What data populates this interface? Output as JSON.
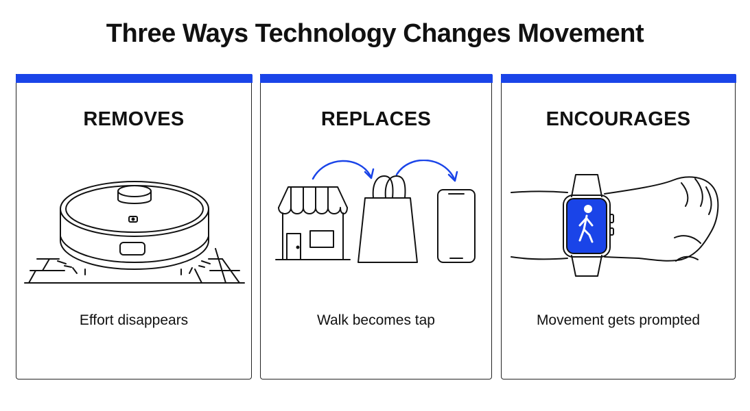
{
  "title": "Three Ways Technology Changes Movement",
  "panels": [
    {
      "heading": "REMOVES",
      "caption": "Effort disappears",
      "icon": "robot-vacuum-icon"
    },
    {
      "heading": "REPLACES",
      "caption": "Walk becomes tap",
      "icons": [
        "storefront-icon",
        "shopping-bag-icon",
        "smartphone-icon",
        "curved-arrow-icon"
      ]
    },
    {
      "heading": "ENCOURAGES",
      "caption": "Movement gets prompted",
      "icons": [
        "wrist-icon",
        "smartwatch-icon",
        "walking-person-icon"
      ]
    }
  ],
  "colors": {
    "accent": "#1a44e8",
    "ink": "#111111",
    "background": "#ffffff"
  }
}
